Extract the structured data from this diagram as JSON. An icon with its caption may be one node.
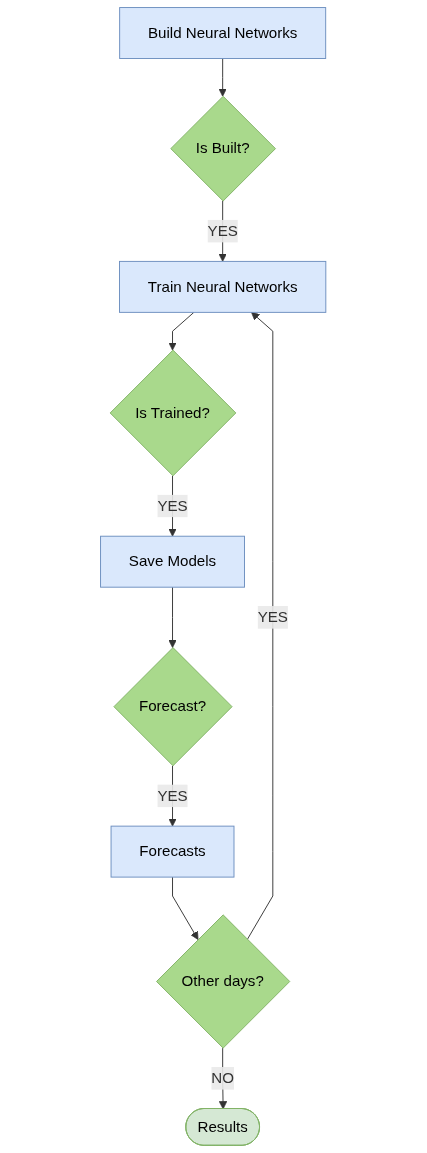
{
  "diagram": {
    "nodes": [
      {
        "text": [
          "Build Neural Networks"
        ]
      },
      {
        "text": [
          "Is Built?"
        ]
      },
      {
        "text": [
          "Train Neural Networks"
        ]
      },
      {
        "text": [
          "Is Trained?"
        ]
      },
      {
        "text": [
          "Save Models"
        ]
      },
      {
        "text": [
          "Forecast?"
        ]
      },
      {
        "text": [
          "Forecasts"
        ]
      },
      {
        "text": [
          "Other days?"
        ]
      },
      {
        "text": [
          "Results"
        ]
      }
    ],
    "edges": [
      {
        "from": 0,
        "to": 1,
        "arrow": "to"
      },
      {
        "from": 1,
        "to": 2,
        "arrow": "to",
        "label": "YES"
      },
      {
        "from": 2,
        "to": 3,
        "arrow": "to"
      },
      {
        "from": 3,
        "to": 4,
        "arrow": "to",
        "label": "YES"
      },
      {
        "from": 4,
        "to": 5,
        "arrow": "to"
      },
      {
        "from": 5,
        "to": 6,
        "arrow": "to",
        "label": "YES"
      },
      {
        "from": 6,
        "to": 7,
        "arrow": "to"
      },
      {
        "from": 7,
        "to": 2,
        "arrow": "to",
        "label": "YES"
      },
      {
        "from": 7,
        "to": 8,
        "arrow": "to",
        "label": "NO"
      }
    ]
  }
}
